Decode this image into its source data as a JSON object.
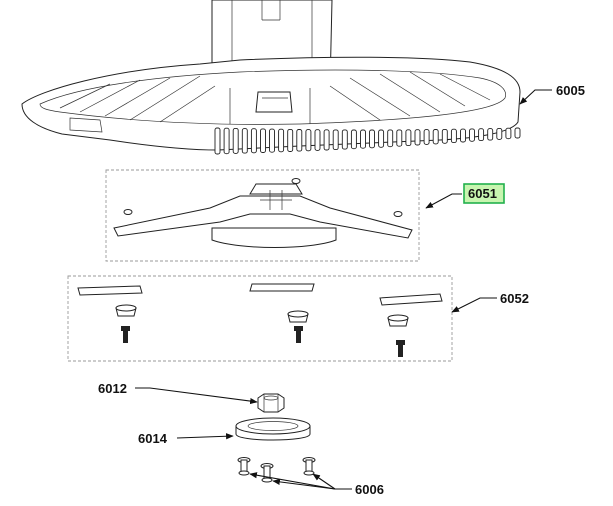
{
  "callouts": {
    "c6005": "6005",
    "c6051": "6051",
    "c6052": "6052",
    "c6012": "6012",
    "c6014": "6014",
    "c6006": "6006"
  },
  "highlight_color": "#22b14c",
  "highlight_fill": "#c8f5b0"
}
